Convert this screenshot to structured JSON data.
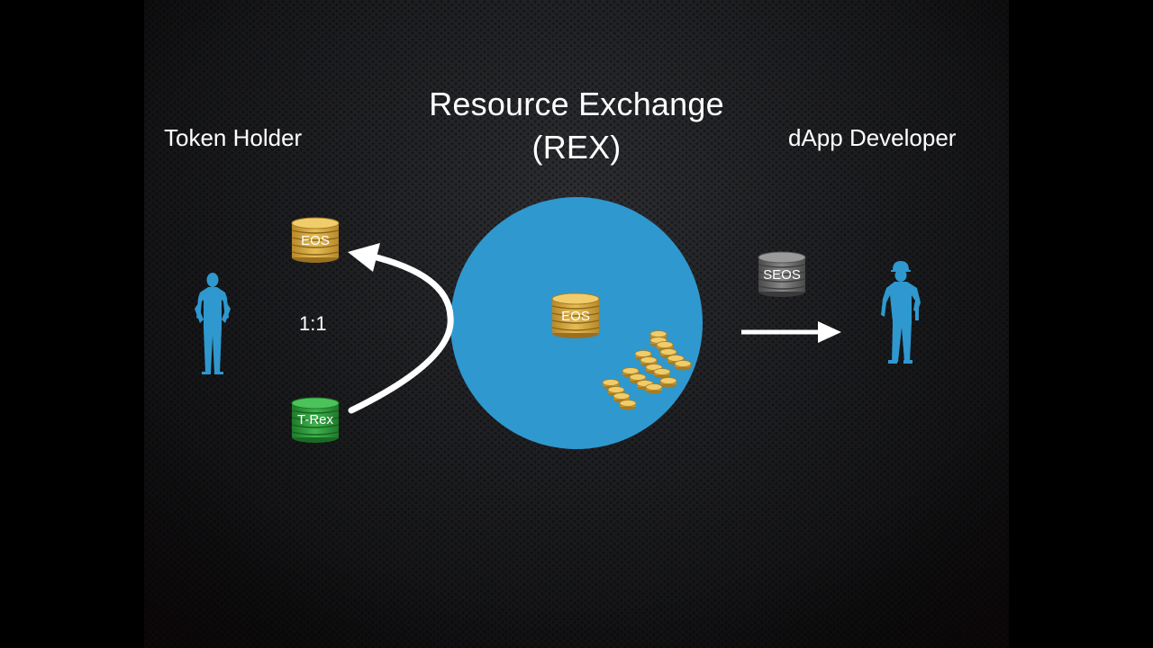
{
  "slide": {
    "title_line1": "Resource Exchange",
    "title_line2": "(REX)",
    "left_label": "Token Holder",
    "right_label": "dApp Developer",
    "ratio_label": "1:1"
  },
  "coins": {
    "eos_holder": "EOS",
    "trex": "T-Rex",
    "eos_pool": "EOS",
    "seos": "SEOS"
  },
  "icons": {
    "token_holder": "person-icon",
    "dapp_developer": "construction-worker-icon",
    "curved_arrow": "curved-arrow-icon",
    "right_arrow": "arrow-right-icon"
  },
  "colors": {
    "pool": "#2f98cf",
    "person": "#2f98cf",
    "gold_coin": "#d4a93c",
    "green_coin": "#2e9a3a",
    "grey_coin": "#6a6a6a",
    "text": "#ffffff"
  }
}
